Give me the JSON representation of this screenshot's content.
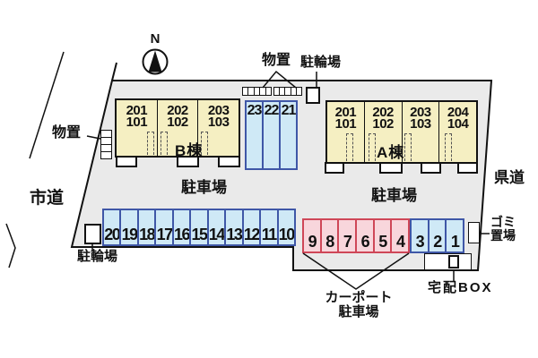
{
  "compass": {
    "label": "N"
  },
  "roads": {
    "left": "市道",
    "right": "県道"
  },
  "labels": {
    "parking_left": "駐車場",
    "parking_right": "駐車場",
    "storage_top": "物置",
    "storage_left": "物置",
    "bicycle_top": "駐輪場",
    "bicycle_bottom": "駐輪場",
    "garbage_line1": "ゴミ",
    "garbage_line2": "置場",
    "delivery_box": "宅配BOX",
    "carport_line1": "カーポート",
    "carport_line2": "駐車場"
  },
  "buildings": {
    "b": {
      "name": "B棟",
      "units": [
        {
          "upper": "201",
          "lower": "101"
        },
        {
          "upper": "202",
          "lower": "102"
        },
        {
          "upper": "203",
          "lower": "103"
        }
      ]
    },
    "a": {
      "name": "A棟",
      "units": [
        {
          "upper": "201",
          "lower": "101"
        },
        {
          "upper": "202",
          "lower": "102"
        },
        {
          "upper": "203",
          "lower": "103"
        },
        {
          "upper": "204",
          "lower": "104"
        }
      ]
    }
  },
  "parking": {
    "vertical_spaces": [
      "23",
      "22",
      "21"
    ],
    "main_row_spaces": [
      "20",
      "19",
      "18",
      "17",
      "16",
      "15",
      "14",
      "13",
      "12",
      "11",
      "10"
    ],
    "carport_spaces": [
      "9",
      "8",
      "7",
      "6",
      "5",
      "4"
    ],
    "right_spaces": [
      "3",
      "2",
      "1"
    ]
  },
  "colors": {
    "site_fill": "#eaeaea",
    "building_fill": "#f5efc2",
    "parking_fill": "#cfe9f6",
    "parking_border": "#3f57a7",
    "carport_fill": "#f8d6dc",
    "carport_border": "#cf4758"
  }
}
